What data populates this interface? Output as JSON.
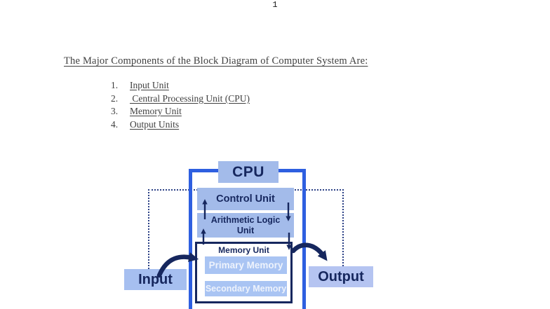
{
  "page": {
    "page_number": "1",
    "heading": "The Major Components of the Block Diagram of Computer System Are:",
    "text_color": "#3f3f3f",
    "list_items": [
      {
        "number": "1.",
        "label": "Input Unit"
      },
      {
        "number": "2.",
        "label": " Central Processing Unit (CPU)"
      },
      {
        "number": "3.",
        "label": "Memory Unit"
      },
      {
        "number": "4.",
        "label": "Output Units"
      }
    ]
  },
  "diagram": {
    "cpu_label": "CPU",
    "control_unit_label": "Control Unit",
    "alu_label": "Arithmetic Logic Unit",
    "memory_unit_label": "Memory Unit",
    "primary_memory_label": "Primary Memory",
    "secondary_memory_label": "Secondary Memory",
    "input_label": "Input",
    "output_label": "Output",
    "colors": {
      "box_fill": "#a3bbea",
      "input_fill": "#a6bff0",
      "output_fill": "#b5c4f1",
      "memory_sub_fill": "#a9c4f3",
      "light_label_text": "#eef3fc",
      "navy": "#16275e",
      "border_blue": "#2e5fe0",
      "dotted_line": "#2a3f85"
    }
  }
}
